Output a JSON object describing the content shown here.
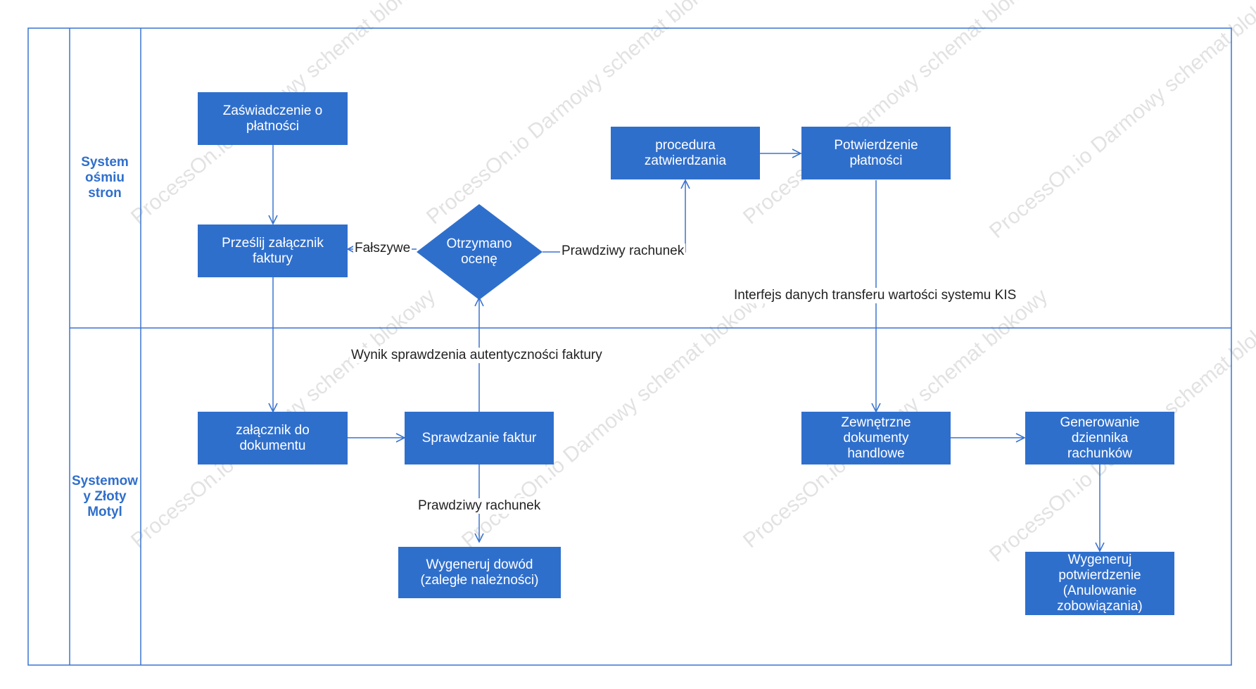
{
  "colors": {
    "accent": "#2f6fcc",
    "line": "#3a74d0",
    "text": "#222222"
  },
  "lanes": {
    "top": "System\nośmiu\nstron",
    "bottom": "Systemow\ny Złoty\nMotyl"
  },
  "nodes": {
    "zaswiadczenie": "Zaświadczenie o\npłatności",
    "przeslij": "Prześlij załącznik\nfaktury",
    "otrzymano": "Otrzymano\nocenę",
    "procedura": "procedura\nzatwierdzania",
    "potwierdzenie": "Potwierdzenie\npłatności",
    "zalacznik": "załącznik do\ndokumentu",
    "sprawdzanie": "Sprawdzanie faktur",
    "wygeneruj_dowod": "Wygeneruj dowód\n(zaległe należności)",
    "zewnetrzne": "Zewnętrzne\ndokumenty\nhandlowe",
    "generowanie": "Generowanie\ndziennika\nrachunków",
    "wygeneruj_potw": "Wygeneruj\npotwierdzenie\n(Anulowanie\nzobowiązania)"
  },
  "edge_labels": {
    "falszywe": "Fałszywe",
    "prawdziwy_top": "Prawdziwy rachunek",
    "interfejs": "Interfejs danych transferu wartości systemu KIS",
    "wynik": "Wynik sprawdzenia autentyczności faktury",
    "prawdziwy_bottom": "Prawdziwy rachunek"
  },
  "watermark": "ProcessOn.io Darmowy schemat blokowy"
}
